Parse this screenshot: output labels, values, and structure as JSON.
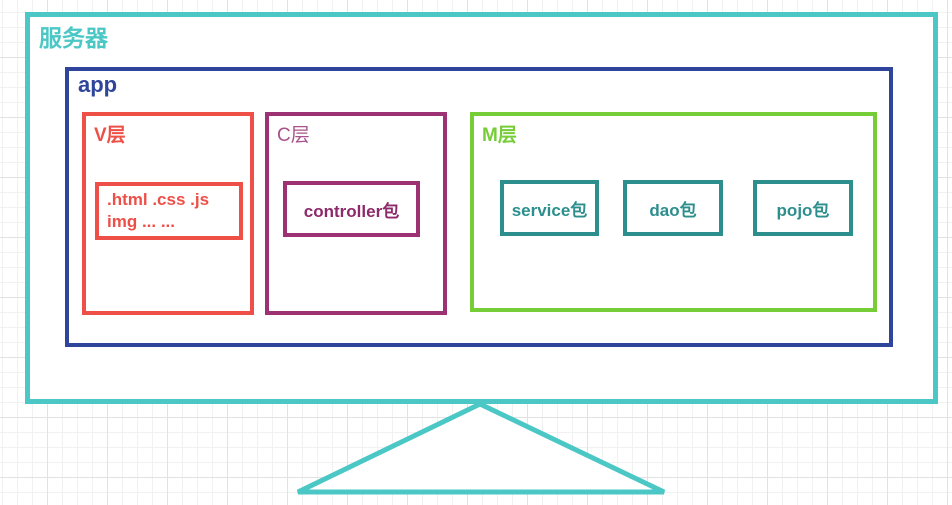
{
  "colors": {
    "monitor_cyan": "#4BC8C6",
    "app_blue": "#2E459B",
    "view_red": "#EE5048",
    "controller_purple": "#9C3274",
    "controller_label_purple": "#A8538B",
    "controller_text_purple": "#8D2A69",
    "model_green": "#76CD37",
    "package_teal": "#2D8F8D"
  },
  "server": {
    "label": "服务器"
  },
  "app": {
    "label": "app",
    "v_layer": {
      "label": "V层",
      "files_line1": ".html .css .js",
      "files_line2": "img  ... ..."
    },
    "c_layer": {
      "label": "C层",
      "package": "controller包"
    },
    "m_layer": {
      "label": "M层",
      "packages": [
        "service包",
        "dao包",
        "pojo包"
      ]
    }
  }
}
